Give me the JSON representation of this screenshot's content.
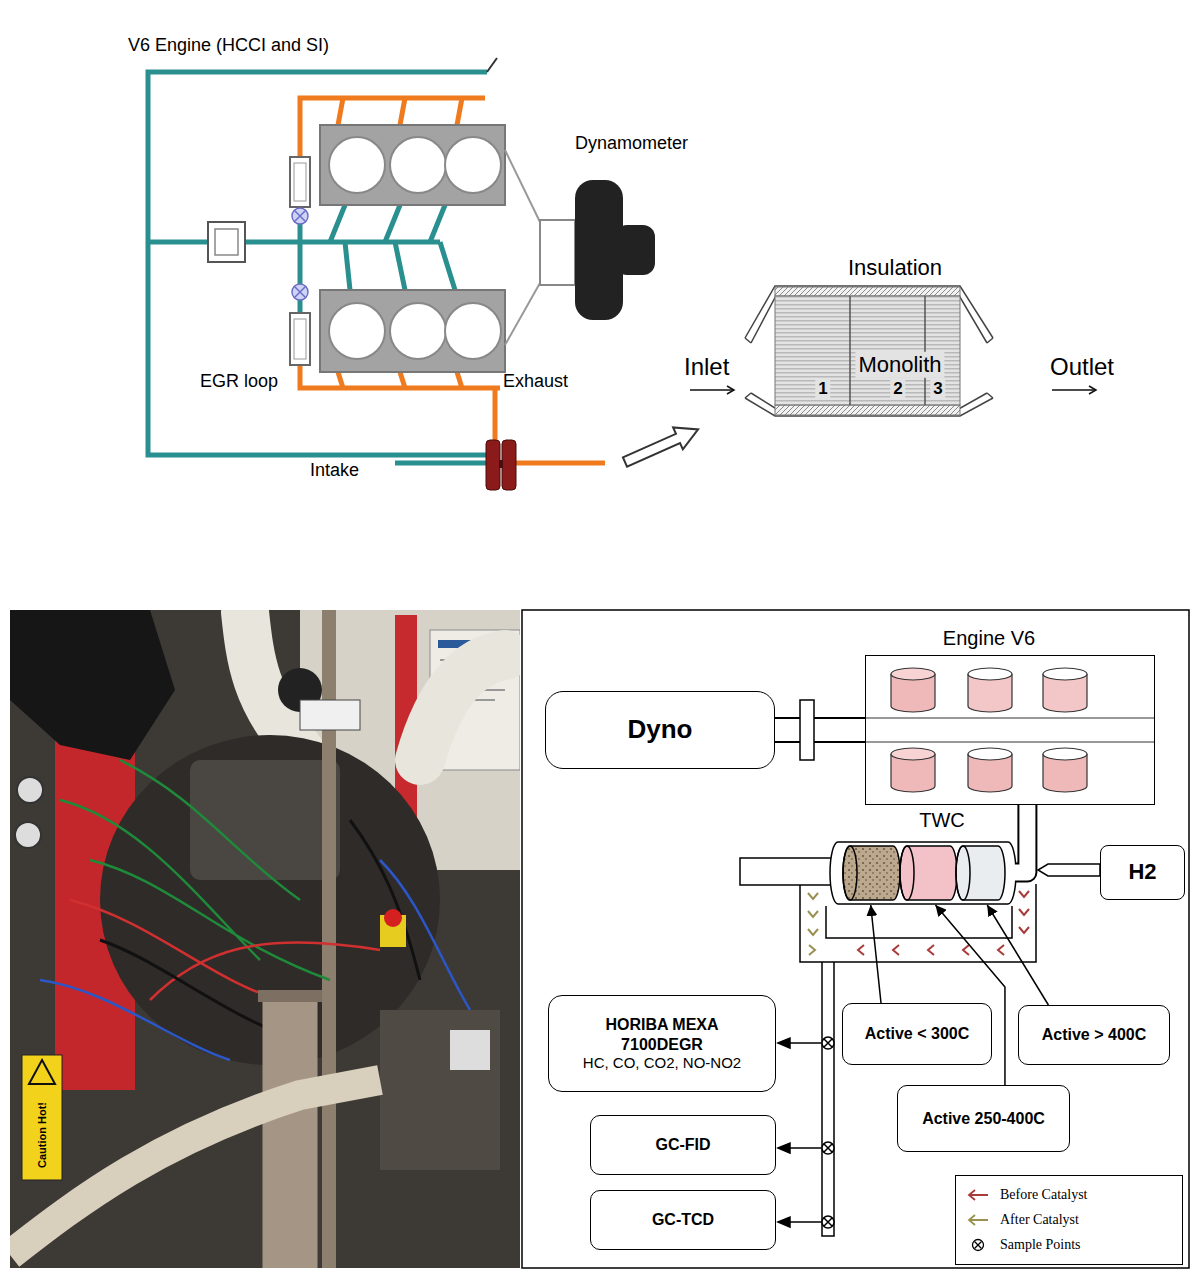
{
  "diagram": {
    "nodes": [
      {
        "text": [
          "Monolith",
          "1",
          "2",
          "3"
        ]
      },
      {
        "text": [
          "Engine V6"
        ]
      },
      {
        "text": [
          "Dyno"
        ]
      },
      {
        "text": [
          "TWC"
        ]
      },
      {
        "text": [
          "H2"
        ]
      },
      {
        "text": [
          "HORIBA MEXA 7100DEGR",
          "HC, CO, CO2, NO-NO2"
        ]
      },
      {
        "text": [
          "Active < 300C"
        ]
      },
      {
        "text": [
          "Active > 400C"
        ]
      },
      {
        "text": [
          "Active 250-400C"
        ]
      },
      {
        "text": [
          "GC-FID"
        ]
      },
      {
        "text": [
          "GC-TCD"
        ]
      }
    ],
    "edges": [
      {
        "from": 2,
        "to": 1,
        "arrow": "none"
      },
      {
        "from": 1,
        "to": 3,
        "arrow": "none"
      },
      {
        "from": 6,
        "to": 3,
        "arrow": "to"
      },
      {
        "from": 8,
        "to": 3,
        "arrow": "to"
      },
      {
        "from": 7,
        "to": 3,
        "arrow": "to"
      }
    ],
    "labels": [
      "V6 Engine (HCCI and SI)",
      "Dynamometer",
      "EGR loop",
      "Exhaust",
      "Intake",
      "Insulation",
      "Inlet",
      "Outlet",
      "Caution Hot!"
    ],
    "legend": [
      {
        "text": "Before Catalyst"
      },
      {
        "text": "After Catalyst"
      },
      {
        "text": "Sample Points"
      }
    ]
  }
}
